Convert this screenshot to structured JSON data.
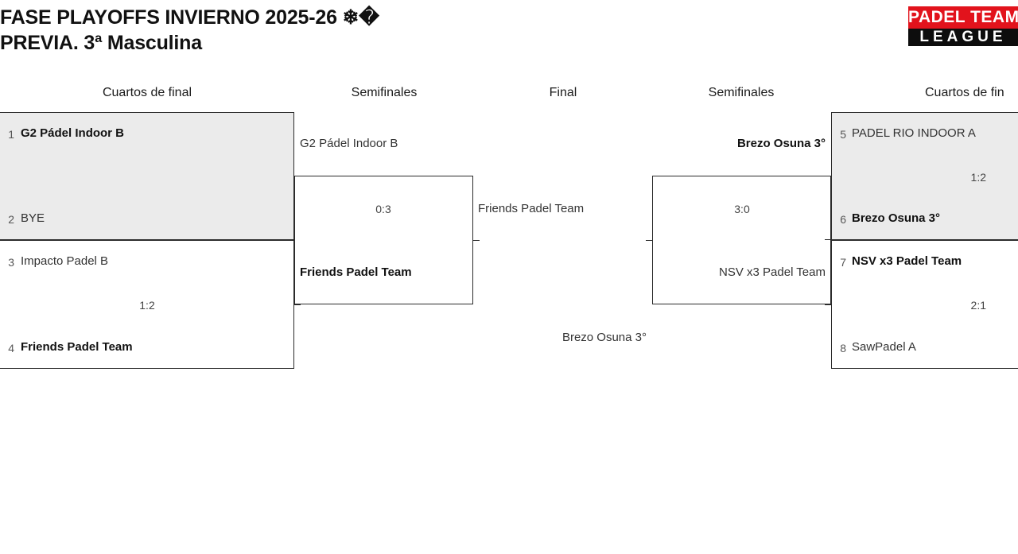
{
  "header": {
    "title": "FASE PLAYOFFS INVIERNO 2025-26 ❄�\nPREVIA. 3ª Masculina",
    "logo_top": "PADEL TEAM",
    "logo_bottom": "LEAGUE"
  },
  "rounds": {
    "left_quarters": "Cuartos de final",
    "left_semis": "Semifinales",
    "final": "Final",
    "right_semis": "Semifinales",
    "right_quarters": "Cuartos de fin"
  },
  "bracket": {
    "qf1": {
      "seed_top": "1",
      "team_top": "G2 Pádel Indoor B",
      "seed_bottom": "2",
      "team_bottom": "BYE",
      "score": ""
    },
    "qf2": {
      "seed_top": "3",
      "team_top": "Impacto Padel B",
      "seed_bottom": "4",
      "team_bottom": "Friends Padel Team",
      "score": "1:2"
    },
    "qf3": {
      "seed_top": "5",
      "team_top": "PADEL RIO INDOOR A",
      "seed_bottom": "6",
      "team_bottom": "Brezo Osuna 3°",
      "score": "1:2"
    },
    "qf4": {
      "seed_top": "7",
      "team_top": "NSV x3 Padel Team",
      "seed_bottom": "8",
      "team_bottom": "SawPadel A",
      "score": "2:1"
    },
    "sf_left": {
      "team_top": "G2 Pádel Indoor B",
      "team_bottom": "Friends Padel Team",
      "score": "0:3"
    },
    "sf_right": {
      "team_top": "Brezo Osuna 3°",
      "team_bottom": "NSV x3 Padel Team",
      "score": "3:0"
    },
    "final_match": {
      "team_top": "Friends Padel Team",
      "team_bottom": "Brezo Osuna 3°",
      "score": ""
    }
  }
}
